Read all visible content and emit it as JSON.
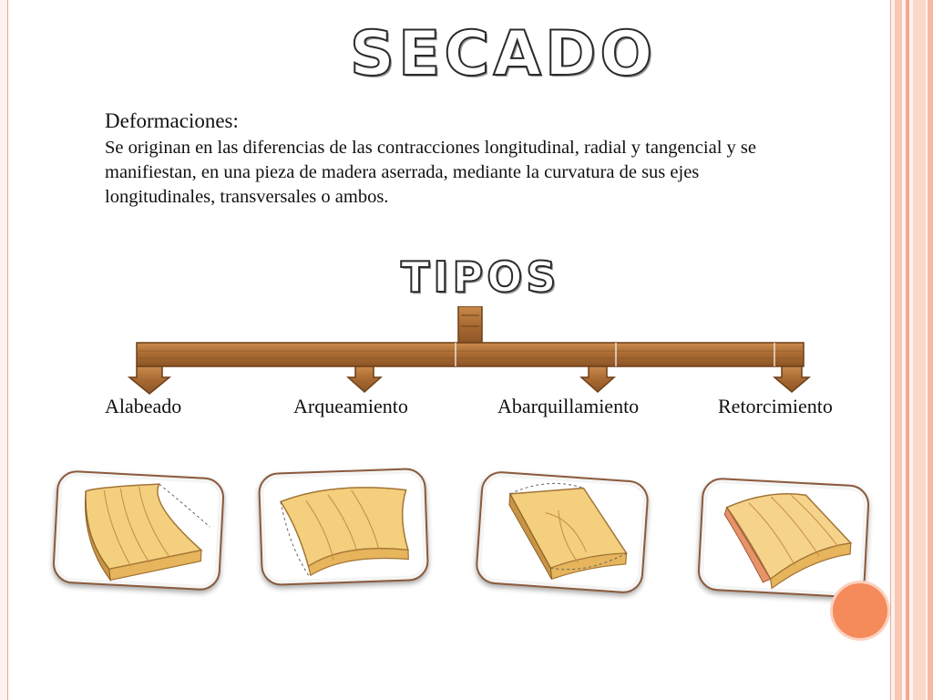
{
  "slide": {
    "title": "SECADO",
    "heading": "Deformaciones:",
    "body": "Se originan en las diferencias de las contracciones longitudinal, radial  y tangencial y se manifiestan, en una pieza de madera aserrada, mediante la  curvatura de sus ejes longitudinales, transversales o ambos.",
    "subtitle": "TIPOS"
  },
  "types": [
    {
      "label": "Alabeado"
    },
    {
      "label": "Arqueamiento"
    },
    {
      "label": "Abarquillamiento"
    },
    {
      "label": "Retorcimiento"
    }
  ],
  "colors": {
    "wood": "#b07437",
    "wood_dark": "#7a4a20",
    "card_border": "#8a5a3c",
    "accent": "#f58a5b",
    "frame_stripe": "#f4a98f"
  }
}
